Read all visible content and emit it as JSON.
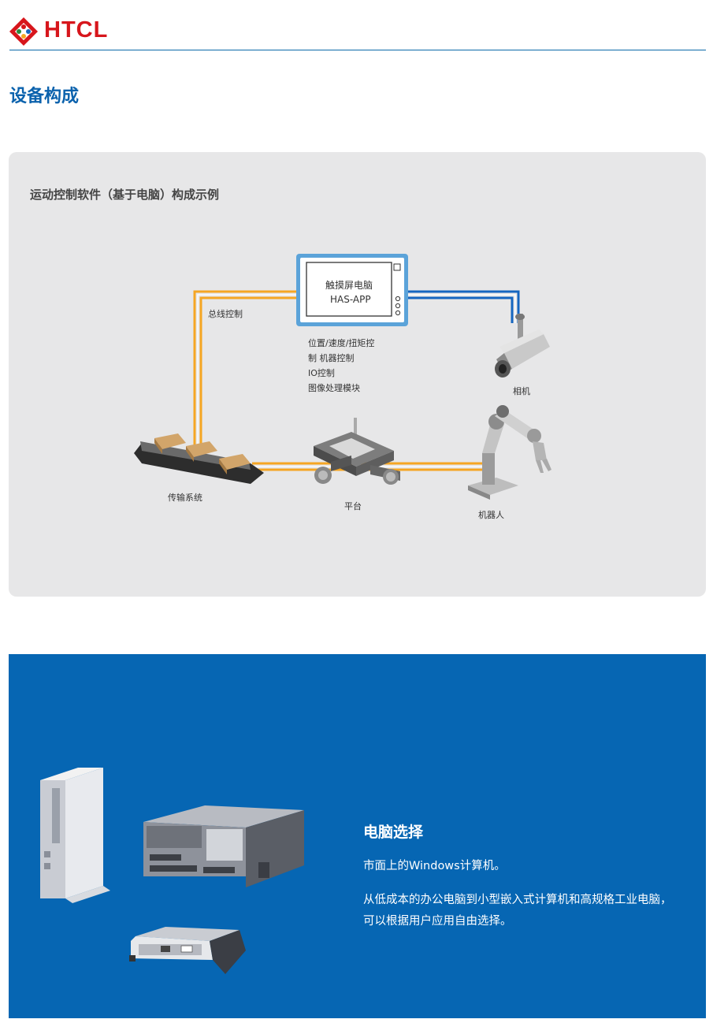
{
  "header": {
    "brand": "HTCL",
    "colors": {
      "brand_red": "#d7161c",
      "rule_blue": "#0b6aa8"
    }
  },
  "section_title": "设备构成",
  "diagram": {
    "title": "运动控制软件（基于电脑）构成示例",
    "pc_line1": "触摸屏电脑",
    "pc_line2": "HAS-APP",
    "bus_label": "总线控制",
    "functions": [
      "位置/速度/扭矩控",
      "制 机器控制",
      "IO控制",
      "图像处理模块"
    ],
    "camera_label": "相机",
    "conveyor_label": "传输系统",
    "stage_label": "平台",
    "robot_label": "机器人",
    "colors": {
      "orange_line": "#f5a623",
      "blue_line": "#1565c0",
      "panel_bg": "#e7e7e8"
    }
  },
  "pc_section": {
    "title": "电脑选择",
    "paragraph1": "市面上的Windows计算机。",
    "paragraph2": "从低成本的办公电脑到小型嵌入式计算机和高规格工业电脑，可以根据用户应用自由选择。",
    "colors": {
      "bg": "#0666b3"
    }
  }
}
